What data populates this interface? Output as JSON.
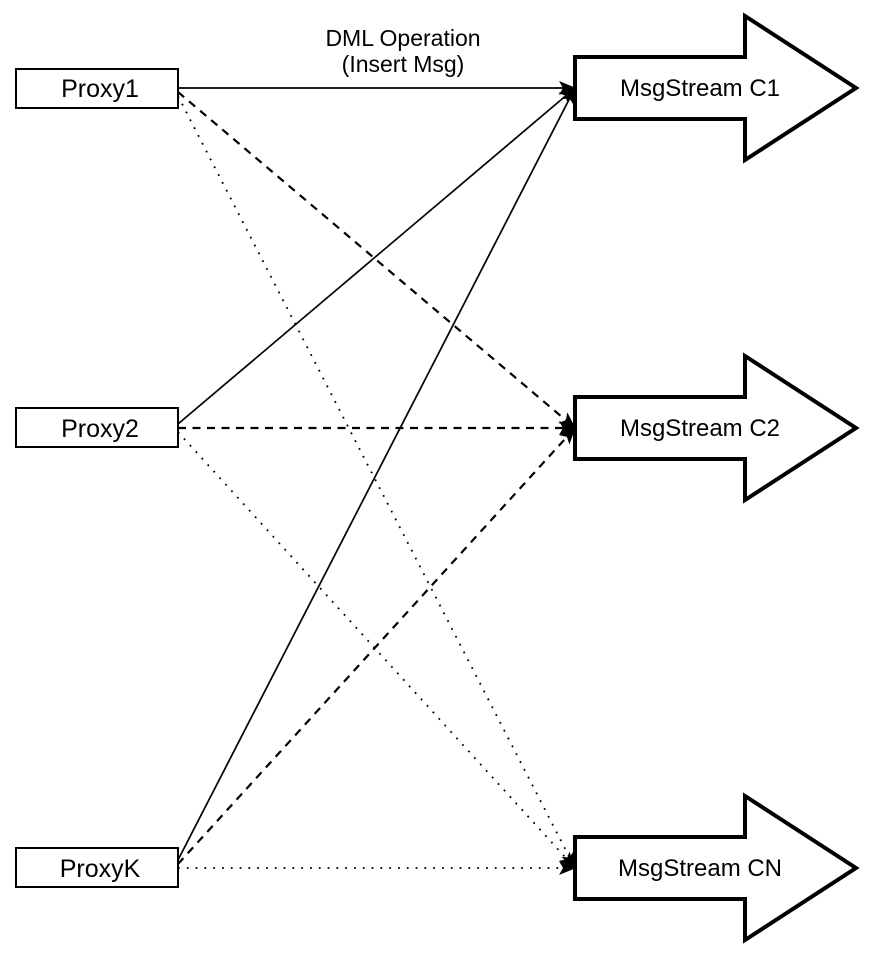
{
  "title": {
    "line1": "DML Operation",
    "line2": "(Insert Msg)"
  },
  "nodes": {
    "proxies": [
      {
        "label": "Proxy1"
      },
      {
        "label": "Proxy2"
      },
      {
        "label": "ProxyK"
      }
    ],
    "streams": [
      {
        "label": "MsgStream C1",
        "incoming_line_style": "solid"
      },
      {
        "label": "MsgStream C2",
        "incoming_line_style": "dashed"
      },
      {
        "label": "MsgStream CN",
        "incoming_line_style": "dotted"
      }
    ]
  },
  "connections": [
    {
      "from": "Proxy1",
      "to": "MsgStream C1",
      "style": "solid"
    },
    {
      "from": "Proxy1",
      "to": "MsgStream C2",
      "style": "dashed"
    },
    {
      "from": "Proxy1",
      "to": "MsgStream CN",
      "style": "dotted"
    },
    {
      "from": "Proxy2",
      "to": "MsgStream C1",
      "style": "solid"
    },
    {
      "from": "Proxy2",
      "to": "MsgStream C2",
      "style": "dashed"
    },
    {
      "from": "Proxy2",
      "to": "MsgStream CN",
      "style": "dotted"
    },
    {
      "from": "ProxyK",
      "to": "MsgStream C1",
      "style": "solid"
    },
    {
      "from": "ProxyK",
      "to": "MsgStream C2",
      "style": "dashed"
    },
    {
      "from": "ProxyK",
      "to": "MsgStream CN",
      "style": "dotted"
    }
  ],
  "colors": {
    "ink": "#000000",
    "paper": "#ffffff",
    "background": "#ffffff"
  }
}
